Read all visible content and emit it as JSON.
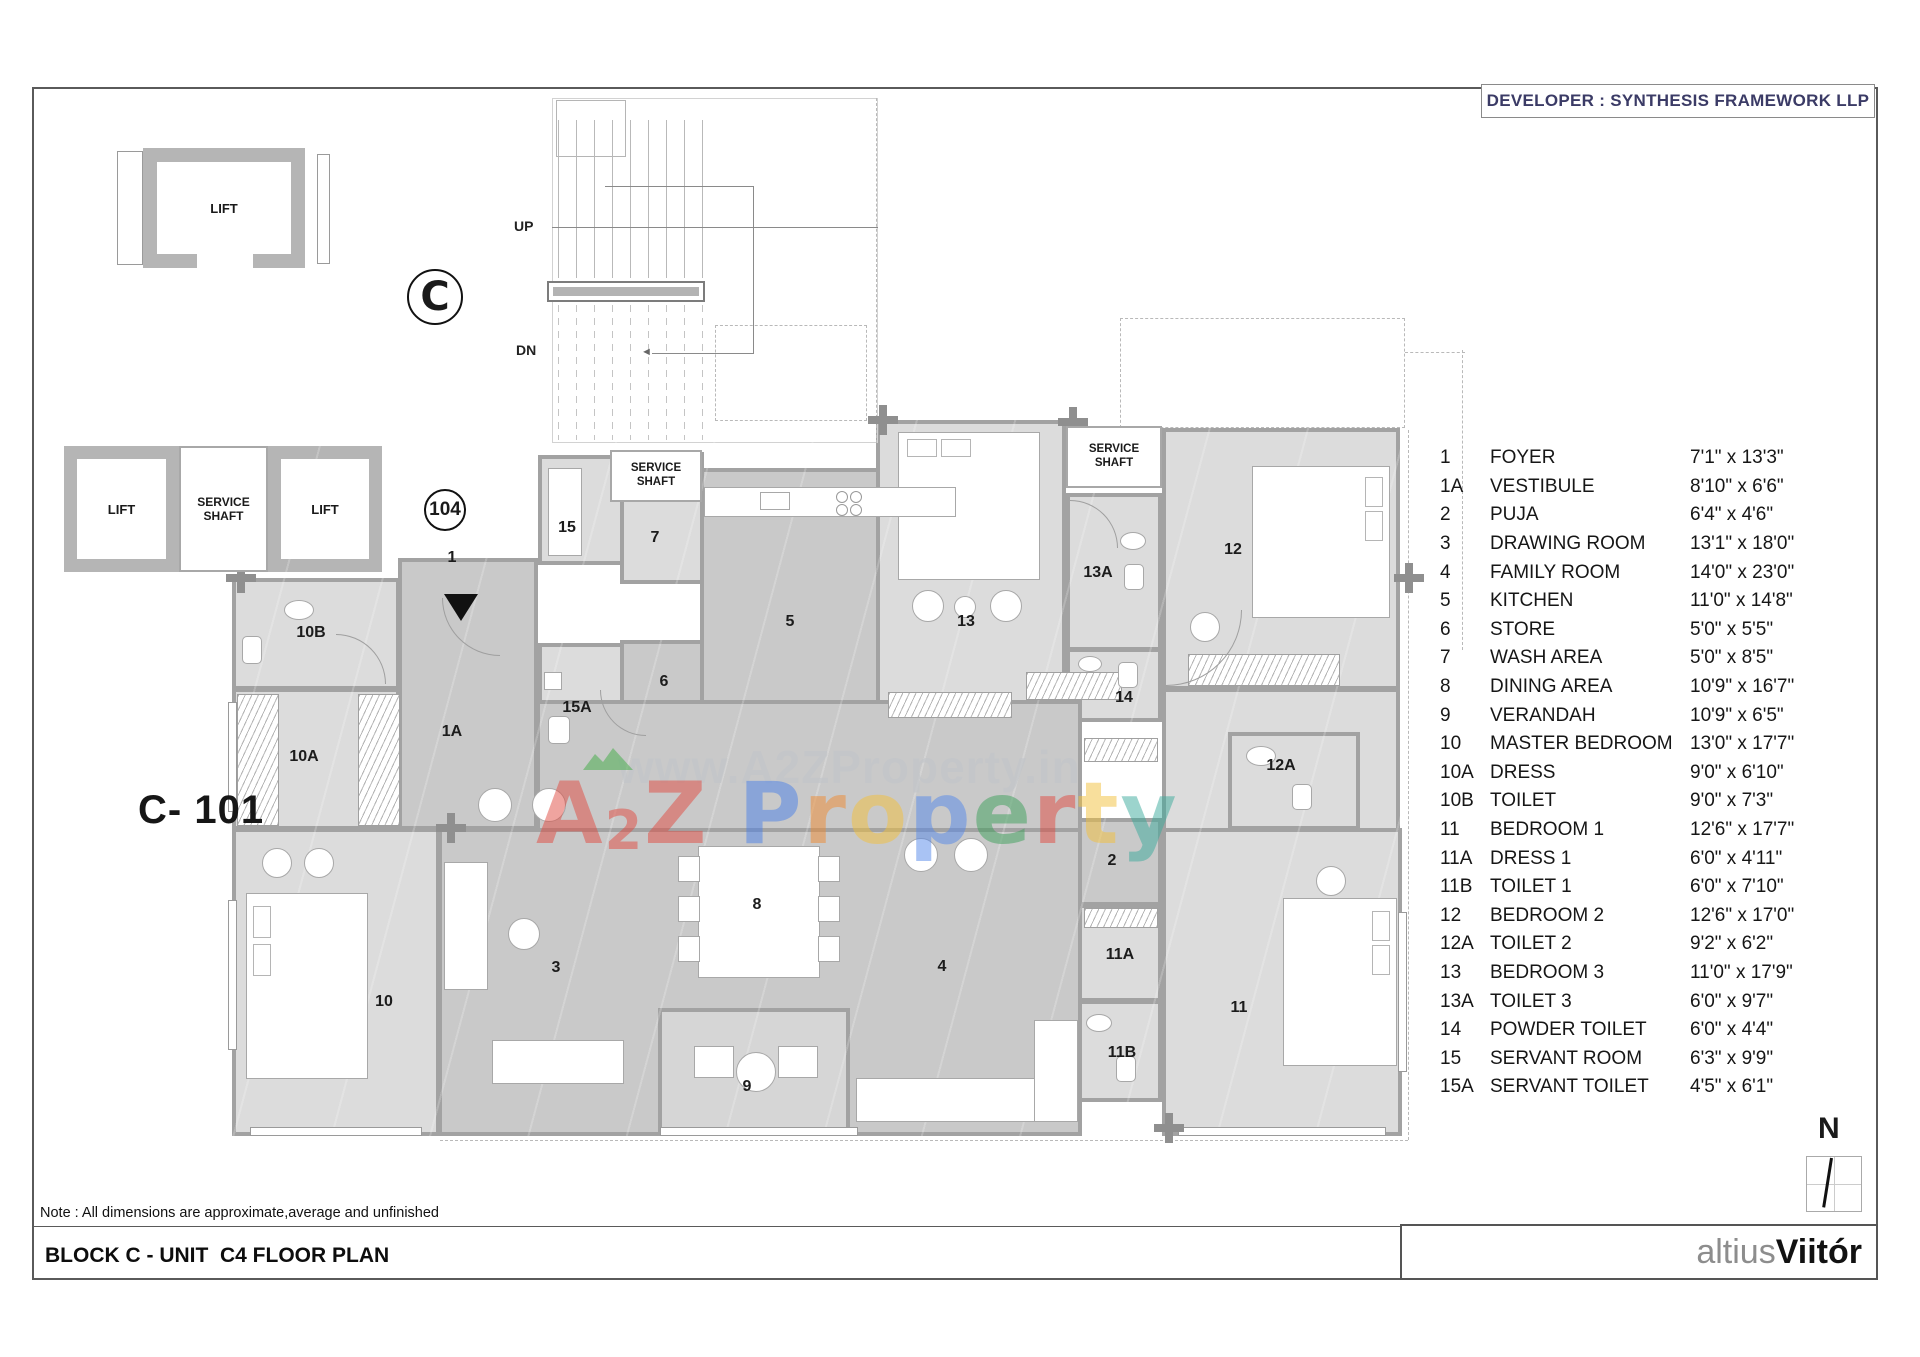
{
  "header": {
    "developer": "DEVELOPER : SYNTHESIS FRAMEWORK LLP"
  },
  "sheet": {
    "note": "Note : All dimensions are approximate,average and unfinished",
    "title": "BLOCK C - UNIT  C4 FLOOR PLAN",
    "brand_gray": "altius",
    "brand_black": "Viitór",
    "compass": "N"
  },
  "plan": {
    "block_circle": "C",
    "unit_circle": "104",
    "unit_label": "C- 101",
    "entry_number": "1",
    "up": "UP",
    "dn": "DN",
    "lift": "LIFT",
    "service_shaft": "SERVICE SHAFT",
    "rooms": {
      "r1a": "1A",
      "r2": "2",
      "r3": "3",
      "r4": "4",
      "r5": "5",
      "r6": "6",
      "r7": "7",
      "r8": "8",
      "r9": "9",
      "r10": "10",
      "r10a": "10A",
      "r10b": "10B",
      "r11": "11",
      "r11a": "11A",
      "r11b": "11B",
      "r12": "12",
      "r12a": "12A",
      "r13": "13",
      "r13a": "13A",
      "r14": "14",
      "r15": "15",
      "r15a": "15A"
    }
  },
  "legend": {
    "rows": [
      {
        "no": "1",
        "name": "FOYER",
        "size": "7'1\" x 13'3\""
      },
      {
        "no": "1A",
        "name": "VESTIBULE",
        "size": "8'10\" x 6'6\""
      },
      {
        "no": "2",
        "name": "PUJA",
        "size": "6'4\" x 4'6\""
      },
      {
        "no": "3",
        "name": "DRAWING ROOM",
        "size": "13'1\" x 18'0\""
      },
      {
        "no": "4",
        "name": "FAMILY ROOM",
        "size": "14'0\" x 23'0\""
      },
      {
        "no": "5",
        "name": "KITCHEN",
        "size": "11'0\" x 14'8\""
      },
      {
        "no": "6",
        "name": "STORE",
        "size": "5'0\" x 5'5\""
      },
      {
        "no": "7",
        "name": "WASH AREA",
        "size": "5'0\" x 8'5\""
      },
      {
        "no": "8",
        "name": "DINING AREA",
        "size": "10'9\" x 16'7\""
      },
      {
        "no": "9",
        "name": "VERANDAH",
        "size": "10'9\" x 6'5\""
      },
      {
        "no": "10",
        "name": "MASTER BEDROOM",
        "size": "13'0\" x 17'7\""
      },
      {
        "no": "10A",
        "name": "DRESS",
        "size": "9'0\" x 6'10\""
      },
      {
        "no": "10B",
        "name": "TOILET",
        "size": "9'0\" x 7'3\""
      },
      {
        "no": "11",
        "name": "BEDROOM 1",
        "size": "12'6\" x 17'7\""
      },
      {
        "no": "11A",
        "name": "DRESS 1",
        "size": "6'0\" x 4'11\""
      },
      {
        "no": "11B",
        "name": "TOILET 1",
        "size": "6'0\" x 7'10\""
      },
      {
        "no": "12",
        "name": "BEDROOM 2",
        "size": "12'6\" x 17'0\""
      },
      {
        "no": "12A",
        "name": "TOILET 2",
        "size": "9'2\" x 6'2\""
      },
      {
        "no": "13",
        "name": "BEDROOM 3",
        "size": "11'0\" x 17'9\""
      },
      {
        "no": "13A",
        "name": "TOILET 3",
        "size": "6'0\" x 9'7\""
      },
      {
        "no": "14",
        "name": "POWDER TOILET",
        "size": "6'0\" x 4'4\""
      },
      {
        "no": "15",
        "name": "SERVANT ROOM",
        "size": "6'3\" x 9'9\""
      },
      {
        "no": "15A",
        "name": "SERVANT TOILET",
        "size": "4'5\" x 6'1\""
      }
    ]
  },
  "watermark": {
    "url": "www.A2ZProperty.in",
    "brand": [
      {
        "ch": "A",
        "c": "#e14b41"
      },
      {
        "ch": "2",
        "c": "#e14b41",
        "sub": true
      },
      {
        "ch": "Z",
        "c": "#e14b41"
      },
      {
        "ch": " ",
        "c": "",
        "sp": true
      },
      {
        "ch": "P",
        "c": "#4a80e8"
      },
      {
        "ch": "r",
        "c": "#ef8b31"
      },
      {
        "ch": "o",
        "c": "#f3c13c"
      },
      {
        "ch": "p",
        "c": "#5588ea"
      },
      {
        "ch": "e",
        "c": "#3ea05a"
      },
      {
        "ch": "r",
        "c": "#e14b41"
      },
      {
        "ch": "t",
        "c": "#f3c13c"
      },
      {
        "ch": "y",
        "c": "#3cab9c"
      }
    ]
  }
}
